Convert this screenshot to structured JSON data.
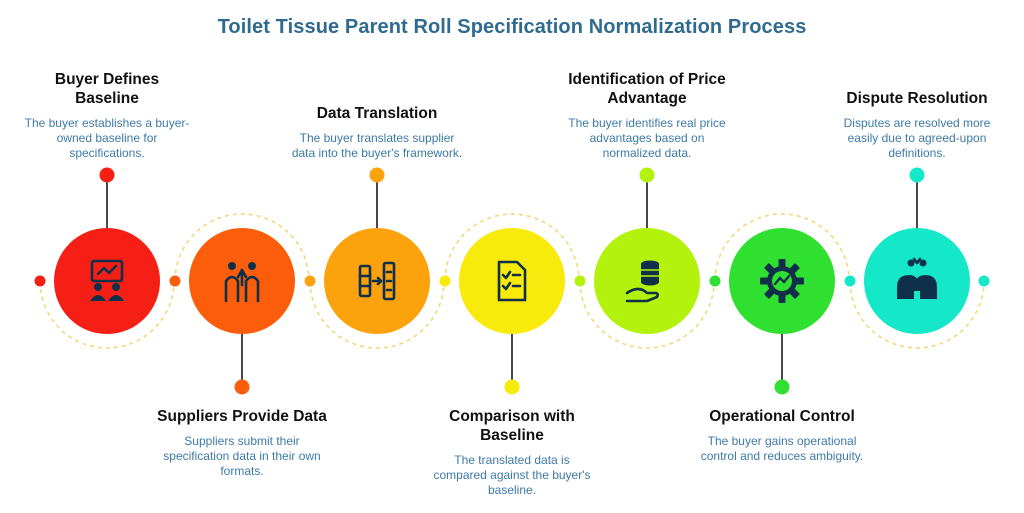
{
  "title": "Toilet Tissue Parent Roll Specification Normalization Process",
  "steps": [
    {
      "heading": "Buyer Defines Baseline",
      "description": "The buyer establishes a buyer-owned baseline for specifications.",
      "color": "#f51f15",
      "icon": "presentation-people-icon",
      "position": "top"
    },
    {
      "heading": "Suppliers Provide Data",
      "description": "Suppliers submit their specification data in their own formats.",
      "color": "#fb5d0b",
      "icon": "people-exchange-icon",
      "position": "bottom"
    },
    {
      "heading": "Data Translation",
      "description": "The buyer translates supplier data into the buyer's framework.",
      "color": "#fca20c",
      "icon": "data-transfer-icon",
      "position": "top"
    },
    {
      "heading": "Comparison with Baseline",
      "description": "The translated data is compared against the buyer's baseline.",
      "color": "#f8ea0a",
      "icon": "checklist-icon",
      "position": "bottom"
    },
    {
      "heading": "Identification of Price Advantage",
      "description": "The buyer identifies real price advantages based on normalized data.",
      "color": "#b3f20c",
      "icon": "coins-hand-icon",
      "position": "top"
    },
    {
      "heading": "Operational Control",
      "description": "The buyer gains operational control and reduces ambiguity.",
      "color": "#30e030",
      "icon": "gear-chart-icon",
      "position": "bottom"
    },
    {
      "heading": "Dispute Resolution",
      "description": "Disputes are resolved more easily due to agreed-upon definitions.",
      "color": "#14e8c8",
      "icon": "people-dialogue-icon",
      "position": "top"
    }
  ]
}
